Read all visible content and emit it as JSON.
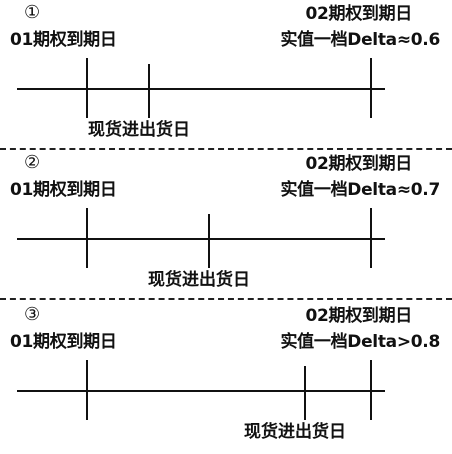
{
  "panels": [
    {
      "number": "①",
      "expiry_01": "01期权到期日",
      "expiry_02": "02期权到期日",
      "moneyness": "实值一档Delta≈0.6",
      "spot_label": "现货进出货日"
    },
    {
      "number": "②",
      "expiry_01": "01期权到期日",
      "expiry_02": "02期权到期日",
      "moneyness": "实值一档Delta≈0.7",
      "spot_label": "现货进出货日"
    },
    {
      "number": "③",
      "expiry_01": "01期权到期日",
      "expiry_02": "02期权到期日",
      "moneyness": "实值一档Delta>0.8",
      "spot_label": "现货进出货日"
    }
  ]
}
